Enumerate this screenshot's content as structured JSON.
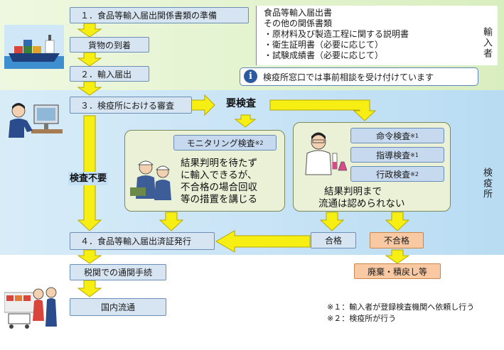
{
  "steps": {
    "prepare": "１．食品等輸入届出関係書類の準備",
    "arrival": "貨物の到着",
    "notification": "２．輸入届出",
    "inspection": "３．検疫所における審査",
    "certificate": "４．食品等輸入届出済証発行",
    "customs": "税関での通関手続",
    "distribution": "国内流通"
  },
  "documents": {
    "title1": "食品等輸入届出書",
    "title2": "その他の関係書類",
    "items": [
      "・原材料及び製造工程に関する説明書",
      "・衛生証明書（必要に応じて）",
      "・試験成績書（必要に応じて）"
    ]
  },
  "info_notice": "検疫所窓口では事前相談を受け付けています",
  "labels": {
    "importer": "輸入者",
    "quarantine": "検疫所",
    "inspection_required": "要検査",
    "no_inspection": "検査不要"
  },
  "monitoring": {
    "title": "モニタリング検査",
    "mark": "※2",
    "text": [
      "結果判明を待たず",
      "に輸入できるが、",
      "不合格の場合回収",
      "等の措置を講じる"
    ]
  },
  "inspections": [
    {
      "label": "命令検査",
      "mark": "※1"
    },
    {
      "label": "指導検査",
      "mark": "※1"
    },
    {
      "label": "行政検査",
      "mark": "※2"
    }
  ],
  "hold_text": [
    "結果判明まで",
    "流通は認められない"
  ],
  "results": {
    "pass": "合格",
    "fail": "不合格",
    "disposal": "廃棄・積戻し等"
  },
  "notes": [
    "※１：輸入者が登録検査機関へ依頼し行う",
    "※２：検疫所が行う"
  ],
  "colors": {
    "arrow": "#f7ef14",
    "arrow_outline": "#b7a800",
    "step_box": "#d7e4f2",
    "fail_box": "#f8c9a3",
    "importer_band": "#d9eebf",
    "quarantine_band": "#b9dcf3",
    "panel": "#eaf1d6"
  }
}
